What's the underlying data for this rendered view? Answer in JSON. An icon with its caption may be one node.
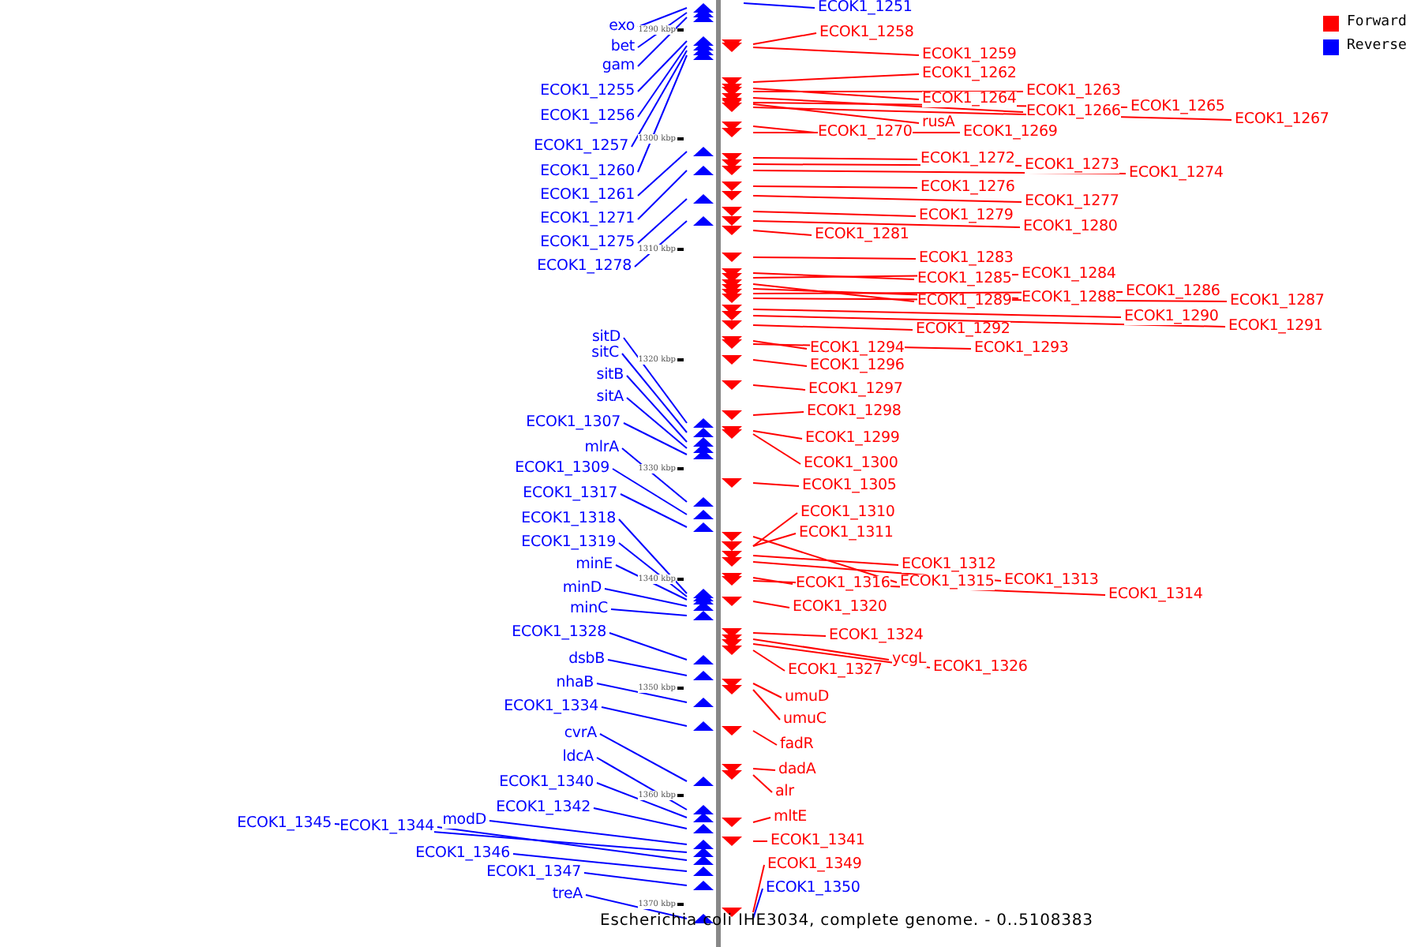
{
  "diagram": {
    "caption": "Escherichia coli IHE3034, complete genome. - 0..5108383",
    "nodes": [
      {
        "text": [
          "exo"
        ]
      },
      {
        "text": [
          "bet"
        ]
      },
      {
        "text": [
          "gam"
        ]
      },
      {
        "text": [
          "ECOK1_1255"
        ]
      },
      {
        "text": [
          "ECOK1_1256"
        ]
      },
      {
        "text": [
          "ECOK1_1257"
        ]
      },
      {
        "text": [
          "ECOK1_1260"
        ]
      },
      {
        "text": [
          "ECOK1_1261"
        ]
      },
      {
        "text": [
          "ECOK1_1271"
        ]
      },
      {
        "text": [
          "ECOK1_1275"
        ]
      },
      {
        "text": [
          "ECOK1_1278"
        ]
      },
      {
        "text": [
          "sitD"
        ]
      },
      {
        "text": [
          "sitC"
        ]
      },
      {
        "text": [
          "sitB"
        ]
      },
      {
        "text": [
          "sitA"
        ]
      },
      {
        "text": [
          "ECOK1_1307"
        ]
      },
      {
        "text": [
          "mlrA"
        ]
      },
      {
        "text": [
          "ECOK1_1309"
        ]
      },
      {
        "text": [
          "ECOK1_1317"
        ]
      },
      {
        "text": [
          "ECOK1_1318"
        ]
      },
      {
        "text": [
          "ECOK1_1319"
        ]
      },
      {
        "text": [
          "minE"
        ]
      },
      {
        "text": [
          "minD"
        ]
      },
      {
        "text": [
          "minC"
        ]
      },
      {
        "text": [
          "ECOK1_1328"
        ]
      },
      {
        "text": [
          "dsbB"
        ]
      },
      {
        "text": [
          "nhaB"
        ]
      },
      {
        "text": [
          "ECOK1_1334"
        ]
      },
      {
        "text": [
          "cvrA"
        ]
      },
      {
        "text": [
          "ldcA"
        ]
      },
      {
        "text": [
          "ECOK1_1340"
        ]
      },
      {
        "text": [
          "ECOK1_1342"
        ]
      },
      {
        "text": [
          "ECOK1_1345"
        ]
      },
      {
        "text": [
          "ECOK1_1344"
        ]
      },
      {
        "text": [
          "modD"
        ]
      },
      {
        "text": [
          "ECOK1_1346"
        ]
      },
      {
        "text": [
          "ECOK1_1347"
        ]
      },
      {
        "text": [
          "treA"
        ]
      },
      {
        "text": [
          "ECOK1_1251"
        ]
      },
      {
        "text": [
          "ECOK1_1258"
        ]
      },
      {
        "text": [
          "ECOK1_1259"
        ]
      },
      {
        "text": [
          "ECOK1_1262"
        ]
      },
      {
        "text": [
          "ECOK1_1264"
        ]
      },
      {
        "text": [
          "ECOK1_1263"
        ]
      },
      {
        "text": [
          "ECOK1_1266"
        ]
      },
      {
        "text": [
          "ECOK1_1265"
        ]
      },
      {
        "text": [
          "ECOK1_1267"
        ]
      },
      {
        "text": [
          "ECOK1_1270"
        ]
      },
      {
        "text": [
          "rusA"
        ]
      },
      {
        "text": [
          "ECOK1_1269"
        ]
      },
      {
        "text": [
          "ECOK1_1272"
        ]
      },
      {
        "text": [
          "ECOK1_1273"
        ]
      },
      {
        "text": [
          "ECOK1_1274"
        ]
      },
      {
        "text": [
          "ECOK1_1276"
        ]
      },
      {
        "text": [
          "ECOK1_1277"
        ]
      },
      {
        "text": [
          "ECOK1_1279"
        ]
      },
      {
        "text": [
          "ECOK1_1280"
        ]
      },
      {
        "text": [
          "ECOK1_1281"
        ]
      },
      {
        "text": [
          "ECOK1_1283"
        ]
      },
      {
        "text": [
          "ECOK1_1285"
        ]
      },
      {
        "text": [
          "ECOK1_1284"
        ]
      },
      {
        "text": [
          "ECOK1_1289"
        ]
      },
      {
        "text": [
          "ECOK1_1288"
        ]
      },
      {
        "text": [
          "ECOK1_1286"
        ]
      },
      {
        "text": [
          "ECOK1_1287"
        ]
      },
      {
        "text": [
          "ECOK1_1290"
        ]
      },
      {
        "text": [
          "ECOK1_1291"
        ]
      },
      {
        "text": [
          "ECOK1_1292"
        ]
      },
      {
        "text": [
          "ECOK1_1294"
        ]
      },
      {
        "text": [
          "ECOK1_1293"
        ]
      },
      {
        "text": [
          "ECOK1_1296"
        ]
      },
      {
        "text": [
          "ECOK1_1297"
        ]
      },
      {
        "text": [
          "ECOK1_1298"
        ]
      },
      {
        "text": [
          "ECOK1_1299"
        ]
      },
      {
        "text": [
          "ECOK1_1300"
        ]
      },
      {
        "text": [
          "ECOK1_1305"
        ]
      },
      {
        "text": [
          "ECOK1_1310"
        ]
      },
      {
        "text": [
          "ECOK1_1311"
        ]
      },
      {
        "text": [
          "ECOK1_1312"
        ]
      },
      {
        "text": [
          "ECOK1_1313"
        ]
      },
      {
        "text": [
          "ECOK1_1316"
        ]
      },
      {
        "text": [
          "ECOK1_1315"
        ]
      },
      {
        "text": [
          "ECOK1_1314"
        ]
      },
      {
        "text": [
          "ECOK1_1320"
        ]
      },
      {
        "text": [
          "ECOK1_1324"
        ]
      },
      {
        "text": [
          "ycgL"
        ]
      },
      {
        "text": [
          "ECOK1_1326"
        ]
      },
      {
        "text": [
          "ECOK1_1327"
        ]
      },
      {
        "text": [
          "umuD"
        ]
      },
      {
        "text": [
          "umuC"
        ]
      },
      {
        "text": [
          "fadR"
        ]
      },
      {
        "text": [
          "dadA"
        ]
      },
      {
        "text": [
          "alr"
        ]
      },
      {
        "text": [
          "mltE"
        ]
      },
      {
        "text": [
          "ECOK1_1341"
        ]
      },
      {
        "text": [
          "ECOK1_1349"
        ]
      },
      {
        "text": [
          "ECOK1_1350"
        ]
      }
    ],
    "edges": [
      {
        "from": 0,
        "to": null,
        "arrow": "none",
        "color": "#0000ff"
      },
      {
        "from": 1,
        "to": null,
        "arrow": "none",
        "color": "#0000ff"
      },
      {
        "from": 2,
        "to": null,
        "arrow": "none",
        "color": "#0000ff"
      },
      {
        "from": 3,
        "to": null,
        "arrow": "none",
        "color": "#0000ff"
      },
      {
        "from": 4,
        "to": null,
        "arrow": "none",
        "color": "#0000ff"
      },
      {
        "from": 5,
        "to": null,
        "arrow": "none",
        "color": "#0000ff"
      },
      {
        "from": 6,
        "to": null,
        "arrow": "none",
        "color": "#0000ff"
      },
      {
        "from": 7,
        "to": null,
        "arrow": "none",
        "color": "#0000ff"
      },
      {
        "from": 8,
        "to": null,
        "arrow": "none",
        "color": "#0000ff"
      },
      {
        "from": 9,
        "to": null,
        "arrow": "none",
        "color": "#0000ff"
      },
      {
        "from": 10,
        "to": null,
        "arrow": "none",
        "color": "#0000ff"
      },
      {
        "from": 11,
        "to": null,
        "arrow": "none",
        "color": "#0000ff"
      },
      {
        "from": 12,
        "to": null,
        "arrow": "none",
        "color": "#0000ff"
      },
      {
        "from": 13,
        "to": null,
        "arrow": "none",
        "color": "#0000ff"
      },
      {
        "from": 14,
        "to": null,
        "arrow": "none",
        "color": "#0000ff"
      },
      {
        "from": 15,
        "to": null,
        "arrow": "none",
        "color": "#0000ff"
      },
      {
        "from": 16,
        "to": null,
        "arrow": "none",
        "color": "#0000ff"
      },
      {
        "from": 17,
        "to": null,
        "arrow": "none",
        "color": "#0000ff"
      },
      {
        "from": 18,
        "to": null,
        "arrow": "none",
        "color": "#0000ff"
      },
      {
        "from": 19,
        "to": null,
        "arrow": "none",
        "color": "#0000ff"
      },
      {
        "from": 20,
        "to": null,
        "arrow": "none",
        "color": "#0000ff"
      },
      {
        "from": 21,
        "to": null,
        "arrow": "none",
        "color": "#0000ff"
      },
      {
        "from": 22,
        "to": null,
        "arrow": "none",
        "color": "#0000ff"
      },
      {
        "from": 23,
        "to": null,
        "arrow": "none",
        "color": "#0000ff"
      },
      {
        "from": 24,
        "to": null,
        "arrow": "none",
        "color": "#0000ff"
      },
      {
        "from": 25,
        "to": null,
        "arrow": "none",
        "color": "#0000ff"
      },
      {
        "from": 26,
        "to": null,
        "arrow": "none",
        "color": "#0000ff"
      },
      {
        "from": 27,
        "to": null,
        "arrow": "none",
        "color": "#0000ff"
      },
      {
        "from": 28,
        "to": null,
        "arrow": "none",
        "color": "#0000ff"
      },
      {
        "from": 29,
        "to": null,
        "arrow": "none",
        "color": "#0000ff"
      },
      {
        "from": 30,
        "to": null,
        "arrow": "none",
        "color": "#0000ff"
      },
      {
        "from": 31,
        "to": null,
        "arrow": "none",
        "color": "#0000ff"
      },
      {
        "from": 32,
        "to": null,
        "arrow": "none",
        "color": "#0000ff"
      },
      {
        "from": 33,
        "to": null,
        "arrow": "none",
        "color": "#0000ff"
      },
      {
        "from": 34,
        "to": null,
        "arrow": "none",
        "color": "#0000ff"
      },
      {
        "from": 35,
        "to": null,
        "arrow": "none",
        "color": "#0000ff"
      },
      {
        "from": 36,
        "to": null,
        "arrow": "none",
        "color": "#0000ff"
      },
      {
        "from": 37,
        "to": null,
        "arrow": "none",
        "color": "#0000ff"
      },
      {
        "from": 38,
        "to": null,
        "arrow": "none",
        "color": "#0000ff"
      },
      {
        "from": 39,
        "to": null,
        "arrow": "none"
      },
      {
        "from": 40,
        "to": null,
        "arrow": "none"
      },
      {
        "from": 41,
        "to": null,
        "arrow": "none"
      },
      {
        "from": 42,
        "to": null,
        "arrow": "none"
      },
      {
        "from": 43,
        "to": null,
        "arrow": "none"
      },
      {
        "from": 44,
        "to": null,
        "arrow": "none"
      },
      {
        "from": 45,
        "to": null,
        "arrow": "none"
      },
      {
        "from": 46,
        "to": null,
        "arrow": "none"
      },
      {
        "from": 47,
        "to": null,
        "arrow": "none"
      },
      {
        "from": 48,
        "to": null,
        "arrow": "none"
      },
      {
        "from": 49,
        "to": null,
        "arrow": "none"
      },
      {
        "from": 50,
        "to": null,
        "arrow": "none"
      },
      {
        "from": 51,
        "to": null,
        "arrow": "none"
      },
      {
        "from": 52,
        "to": null,
        "arrow": "none"
      },
      {
        "from": 53,
        "to": null,
        "arrow": "none"
      },
      {
        "from": 54,
        "to": null,
        "arrow": "none"
      },
      {
        "from": 55,
        "to": null,
        "arrow": "none"
      },
      {
        "from": 56,
        "to": null,
        "arrow": "none"
      },
      {
        "from": 57,
        "to": null,
        "arrow": "none"
      },
      {
        "from": 58,
        "to": null,
        "arrow": "none"
      },
      {
        "from": 59,
        "to": null,
        "arrow": "none"
      },
      {
        "from": 60,
        "to": null,
        "arrow": "none"
      },
      {
        "from": 61,
        "to": null,
        "arrow": "none"
      },
      {
        "from": 62,
        "to": null,
        "arrow": "none"
      },
      {
        "from": 63,
        "to": null,
        "arrow": "none"
      },
      {
        "from": 64,
        "to": null,
        "arrow": "none"
      },
      {
        "from": 65,
        "to": null,
        "arrow": "none"
      },
      {
        "from": 66,
        "to": null,
        "arrow": "none"
      },
      {
        "from": 67,
        "to": null,
        "arrow": "none"
      },
      {
        "from": 68,
        "to": null,
        "arrow": "none"
      },
      {
        "from": 69,
        "to": null,
        "arrow": "none"
      },
      {
        "from": 70,
        "to": null,
        "arrow": "none"
      },
      {
        "from": 71,
        "to": null,
        "arrow": "none"
      },
      {
        "from": 72,
        "to": null,
        "arrow": "none"
      },
      {
        "from": 73,
        "to": null,
        "arrow": "none"
      },
      {
        "from": 74,
        "to": null,
        "arrow": "none"
      },
      {
        "from": 75,
        "to": null,
        "arrow": "none"
      },
      {
        "from": 76,
        "to": null,
        "arrow": "none"
      },
      {
        "from": 77,
        "to": null,
        "arrow": "none"
      },
      {
        "from": 78,
        "to": null,
        "arrow": "none"
      },
      {
        "from": 79,
        "to": null,
        "arrow": "none"
      },
      {
        "from": 80,
        "to": null,
        "arrow": "none"
      },
      {
        "from": 81,
        "to": null,
        "arrow": "none"
      },
      {
        "from": 82,
        "to": null,
        "arrow": "none"
      },
      {
        "from": 83,
        "to": null,
        "arrow": "none"
      },
      {
        "from": 84,
        "to": null,
        "arrow": "none"
      },
      {
        "from": 85,
        "to": null,
        "arrow": "none"
      },
      {
        "from": 86,
        "to": null,
        "arrow": "none"
      },
      {
        "from": 87,
        "to": null,
        "arrow": "none"
      },
      {
        "from": 88,
        "to": null,
        "arrow": "none"
      },
      {
        "from": 89,
        "to": null,
        "arrow": "none"
      },
      {
        "from": 90,
        "to": null,
        "arrow": "none"
      },
      {
        "from": 91,
        "to": null,
        "arrow": "none"
      },
      {
        "from": 92,
        "to": null,
        "arrow": "none"
      },
      {
        "from": 93,
        "to": null,
        "arrow": "none"
      },
      {
        "from": 94,
        "to": null,
        "arrow": "none"
      },
      {
        "from": 95,
        "to": null,
        "arrow": "none"
      },
      {
        "from": 96,
        "to": null,
        "arrow": "none",
        "color": "#0000ff"
      }
    ],
    "labels": [
      "1290 kbp",
      "1300 kbp",
      "1310 kbp",
      "1320 kbp",
      "1330 kbp",
      "1340 kbp",
      "1350 kbp",
      "1360 kbp",
      "1370 kbp"
    ],
    "legend": [
      {
        "text": "Forward",
        "color": "#ff0000"
      },
      {
        "text": "Reverse",
        "color": "#0000ff"
      }
    ]
  }
}
